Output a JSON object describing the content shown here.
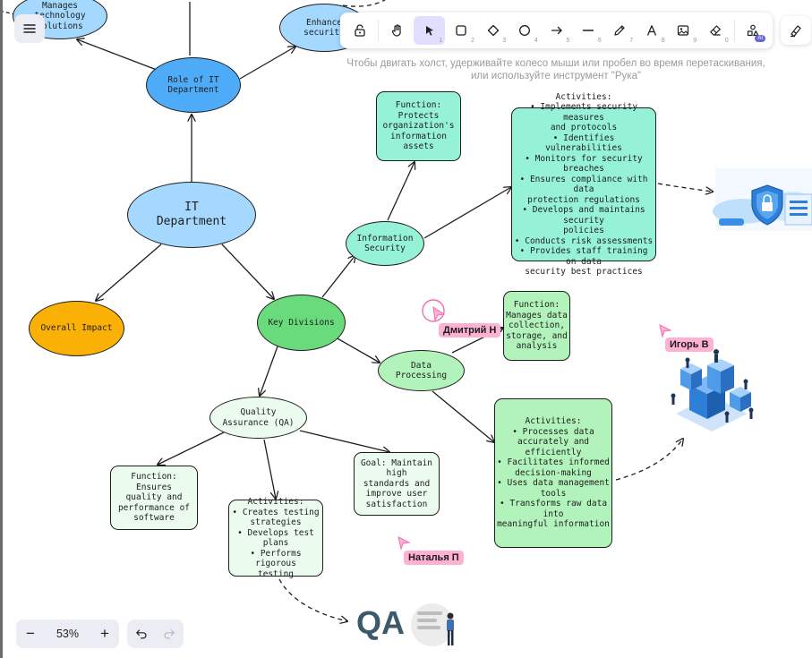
{
  "colors": {
    "light_blue": "#a5d8ff",
    "mid_blue": "#4dabf7",
    "green": "#69db7c",
    "light_green": "#b2f2bb",
    "mint": "#96f2d7",
    "orange": "#fab005",
    "pale_green": "#ebfbee",
    "pink": "#ffb1d3",
    "accent": "#6965db"
  },
  "nodes": {
    "it_department": "IT\nDepartment",
    "role": "Role of IT\nDepartment",
    "manages": "Manages\ntechnology\nsolutions",
    "enhances": "Enhance\nsecurity",
    "overall_impact": "Overall Impact",
    "key_divisions": "Key Divisions",
    "information_security": "Information\nSecurity",
    "infosec_function": "Function: Protects\norganization's\ninformation assets",
    "infosec_activities": "Activities:\n• Implements security measures\nand protocols\n• Identifies vulnerabilities\n• Monitors for security breaches\n• Ensures compliance with data\nprotection regulations\n• Develops and maintains security\npolicies\n• Conducts risk assessments\n• Provides staff training on data\nsecurity best practices",
    "data_processing": "Data\nProcessing",
    "dp_function": "Function:\nManages data\ncollection,\nstorage, and\nanalysis",
    "dp_activities": "Activities:\n• Processes data\naccurately and efficiently\n• Facilitates informed\ndecision-making\n• Uses data management\ntools\n• Transforms raw data into\nmeaningful information",
    "qa": "Quality\nAssurance (QA)",
    "qa_function": "Function: Ensures\nquality and\nperformance of\nsoftware",
    "qa_goal": "Goal: Maintain high\nstandards and\nimprove user\nsatisfaction",
    "qa_activities": "Activities:\n• Creates testing\nstrategies\n• Develops test plans\n• Performs rigorous\ntesting",
    "qa_logo": "QA"
  },
  "collaborators": [
    {
      "name": "Дмитрий Н"
    },
    {
      "name": "Игорь В"
    },
    {
      "name": "Наталья П"
    }
  ],
  "toolbar": {
    "tools": [
      {
        "name": "lock",
        "key": ""
      },
      {
        "name": "hand",
        "key": ""
      },
      {
        "name": "selection",
        "key": "1",
        "active": true
      },
      {
        "name": "rectangle",
        "key": "2"
      },
      {
        "name": "diamond",
        "key": "3"
      },
      {
        "name": "ellipse",
        "key": "4"
      },
      {
        "name": "arrow",
        "key": "5"
      },
      {
        "name": "line",
        "key": "6"
      },
      {
        "name": "draw",
        "key": "7"
      },
      {
        "name": "text",
        "key": "8"
      },
      {
        "name": "image",
        "key": "9"
      },
      {
        "name": "eraser",
        "key": "0"
      },
      {
        "name": "ai-tools",
        "key": ""
      }
    ],
    "ai_badge": "AI"
  },
  "hint": "Чтобы двигать холст, удерживайте колесо мыши или пробел во время перетаскивания, или используйте инструмент \"Рука\"",
  "zoom": {
    "value": "53%",
    "minus": "−",
    "plus": "+"
  }
}
